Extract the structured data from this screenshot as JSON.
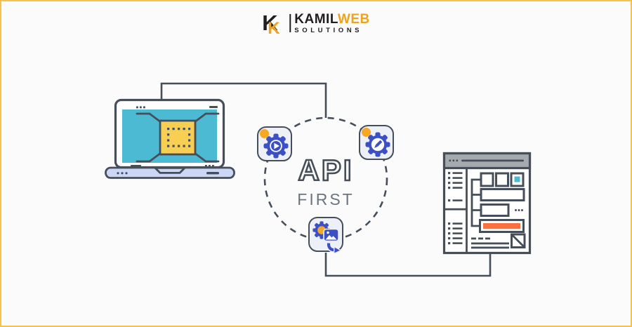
{
  "frame": {
    "background": "#fbfbfb",
    "border_color": "#f5c34d"
  },
  "logo": {
    "mark_letter": "K",
    "name_primary": "KAMIL",
    "name_accent": "WEB",
    "tagline": "SOLUTIONS",
    "color_primary": "#221e1f",
    "color_accent": "#f0a21a"
  },
  "hub": {
    "title": "API",
    "subtitle": "FIRST"
  },
  "palette": {
    "outline": "#454e59",
    "teal": "#4cbad3",
    "chip_yellow": "#f7cf52",
    "laptop_base": "#ccd7f5",
    "badge_bg": "#eef0f8",
    "gear_blue": "#3c50c6",
    "amber_dot": "#f7a823",
    "orange_bar": "#f96f3d",
    "titlebar_gray": "#a5aaae",
    "first_text": "#6b7480"
  },
  "icons": {
    "top_left_badge": "gear-play-icon",
    "top_right_badge": "gear-edit-icon",
    "bottom_badge": "gear-media-transform-icon",
    "left_illustration": "laptop-chip-illustration",
    "right_illustration": "browser-wireframe-illustration"
  }
}
